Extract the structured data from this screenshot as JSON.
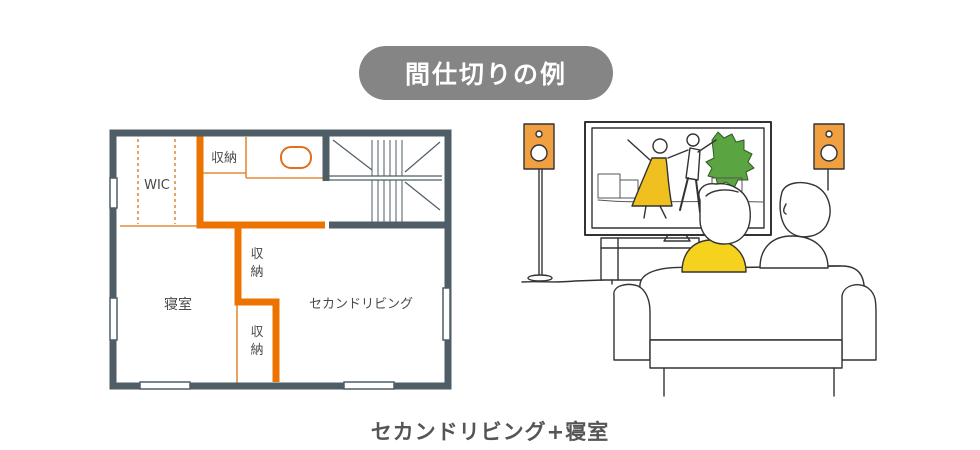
{
  "title": "間仕切りの例",
  "caption": "セカンドリビング+寝室",
  "floor_plan": {
    "labels": {
      "wic": "WIC",
      "storage_top": "収納",
      "storage_mid_1": "収",
      "storage_mid_2": "納",
      "storage_bottom_1": "収",
      "storage_bottom_2": "納",
      "bedroom": "寝室",
      "second_living": "セカンドリビング"
    },
    "colors": {
      "wall": "#4f5d66",
      "partition": "#ec7300",
      "fixture": "#e07020",
      "line": "#e58a3a"
    }
  },
  "illustration": {
    "colors": {
      "speaker": "#f0a040",
      "person_shirt": "#f5d21e",
      "screen_figure": "#f0c020",
      "tree": "#5aa542",
      "ink": "#333333"
    }
  }
}
